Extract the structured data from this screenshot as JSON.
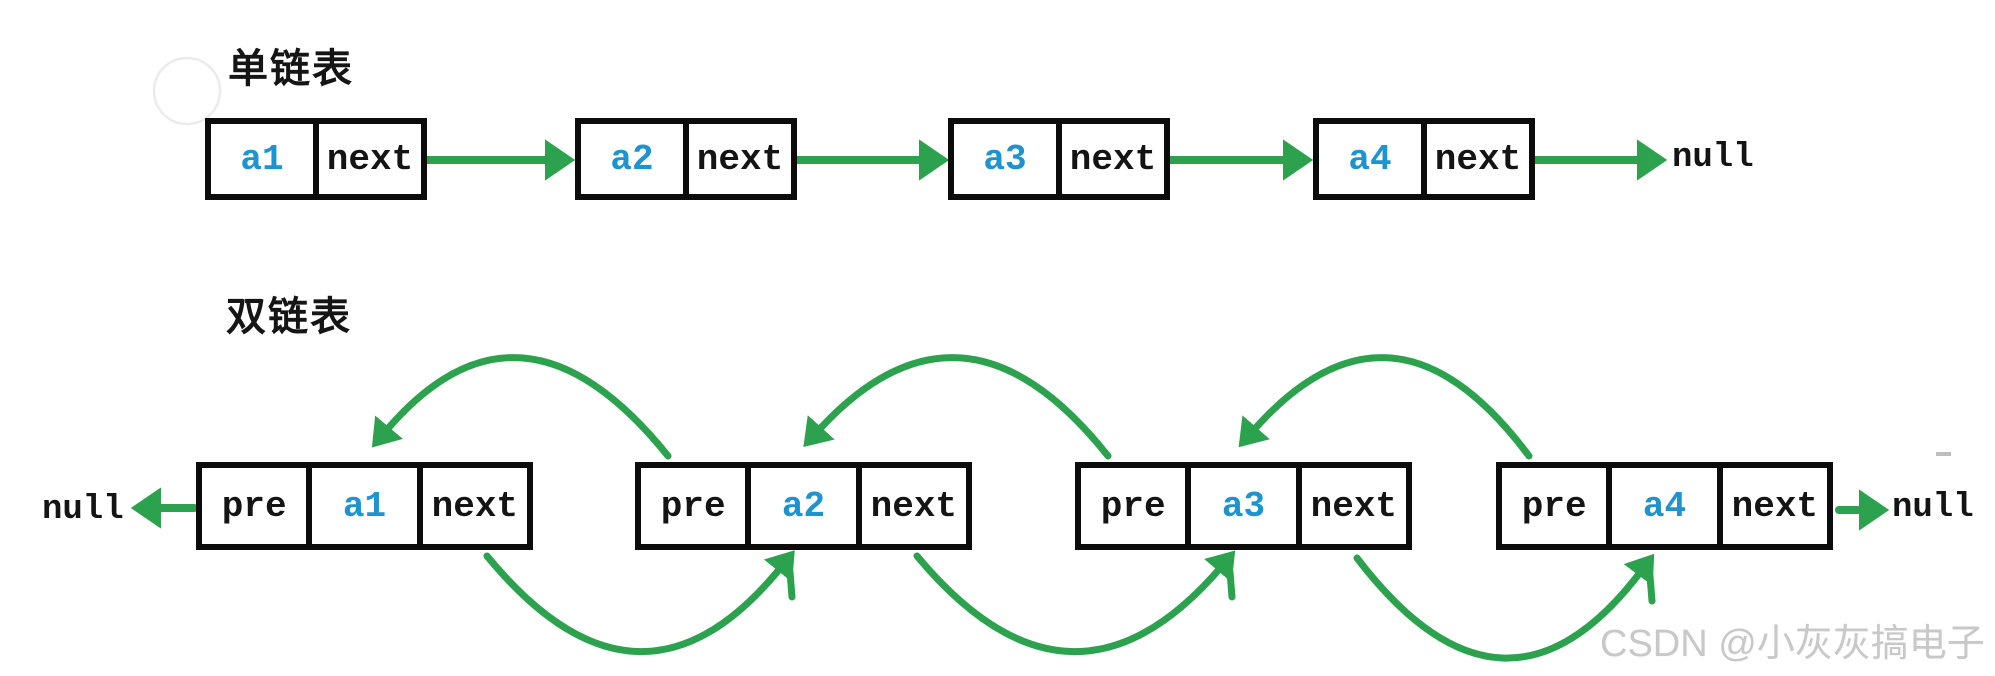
{
  "singly": {
    "title": "单链表",
    "tail_label": "null",
    "nodes": [
      {
        "value": "a1",
        "pointer": "next"
      },
      {
        "value": "a2",
        "pointer": "next"
      },
      {
        "value": "a3",
        "pointer": "next"
      },
      {
        "value": "a4",
        "pointer": "next"
      }
    ]
  },
  "doubly": {
    "title": "双链表",
    "head_null_label": "null",
    "tail_null_label": "null",
    "nodes": [
      {
        "prev": "pre",
        "value": "a1",
        "next": "next"
      },
      {
        "prev": "pre",
        "value": "a2",
        "next": "next"
      },
      {
        "prev": "pre",
        "value": "a3",
        "next": "next"
      },
      {
        "prev": "pre",
        "value": "a4",
        "next": "next"
      }
    ]
  },
  "watermark": "CSDN @小灰灰搞电子",
  "colors": {
    "arrow_green": "#2da24e",
    "value_blue": "#1d93cf",
    "border_black": "#0c0c0c",
    "watermark_gray": "#c8c8c8"
  }
}
